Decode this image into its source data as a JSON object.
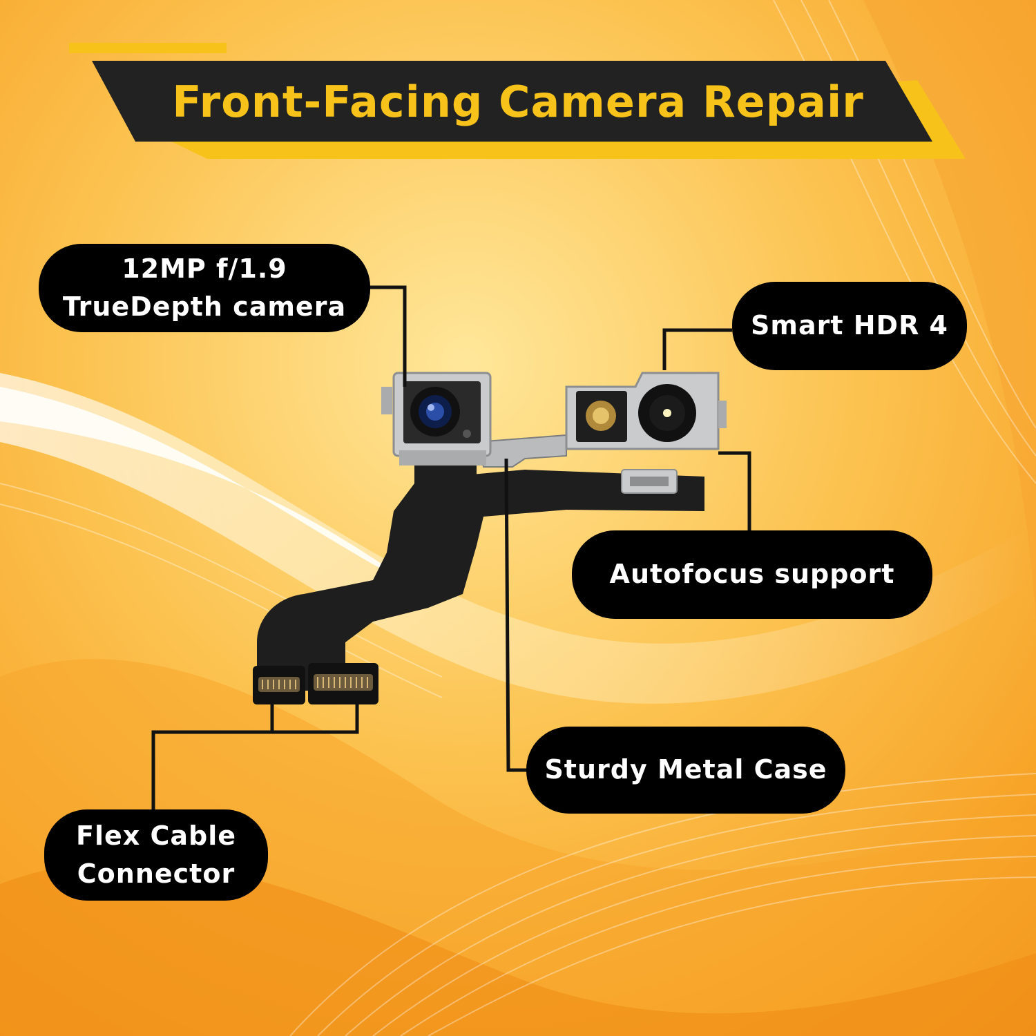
{
  "title": "Front-Facing Camera Repair",
  "colors": {
    "accent_yellow": "#F7C21A",
    "banner_dark": "#222222",
    "label_bg": "#000000",
    "label_text": "#FFFFFF",
    "background_gradient": [
      "#FFF1B8",
      "#FBC04A",
      "#F28C12"
    ]
  },
  "labels": {
    "truedepth": {
      "line1": "12MP f/1.9",
      "line2": "TrueDepth camera"
    },
    "hdr": "Smart HDR 4",
    "autofocus": "Autofocus support",
    "metal_case": "Sturdy Metal Case",
    "flex": {
      "line1": "Flex Cable",
      "line2": "Connector"
    }
  },
  "image": {
    "subject": "front-camera-module-with-flex-cable"
  }
}
